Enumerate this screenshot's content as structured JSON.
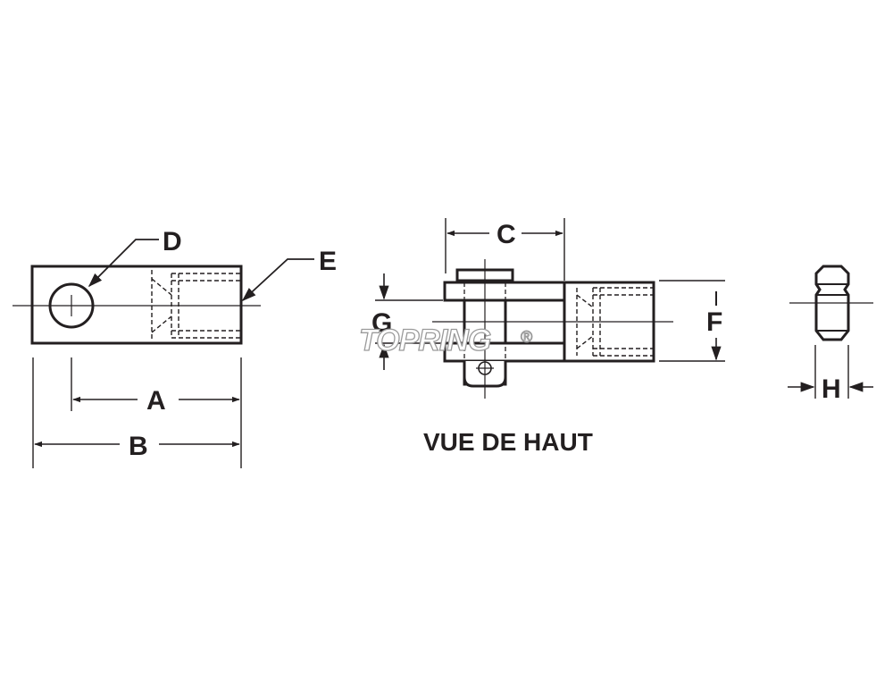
{
  "labels": {
    "a": "A",
    "b": "B",
    "c": "C",
    "d": "D",
    "e": "E",
    "f": "F",
    "g": "G",
    "h": "H"
  },
  "view_caption": "VUE DE HAUT",
  "watermark": {
    "text": "TOPRING",
    "registered_mark": "®"
  },
  "colors": {
    "ink": "#231f20",
    "background": "#ffffff",
    "watermark_outline": "#9a9a9a"
  }
}
